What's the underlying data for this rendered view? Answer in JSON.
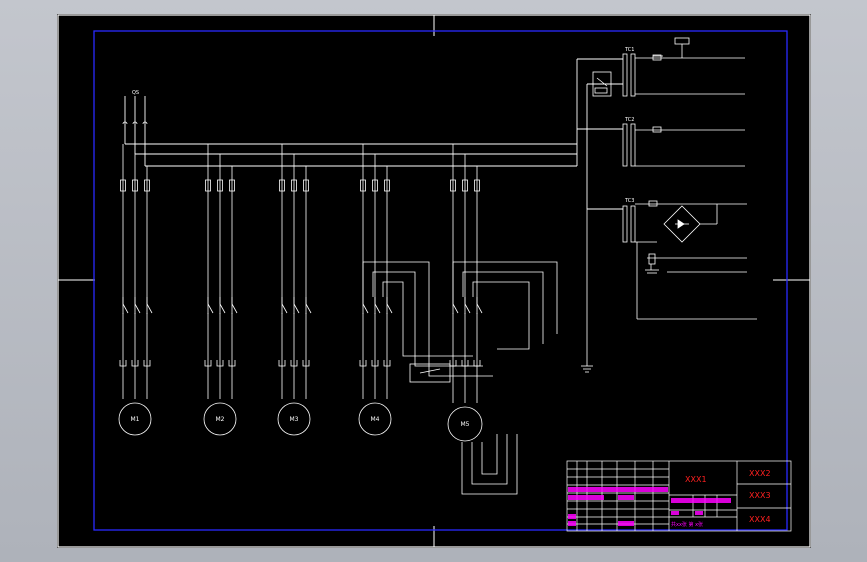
{
  "title_block": {
    "code_1": "XXX1",
    "code_2": "XXX2",
    "code_3": "XXX3",
    "code_4": "XXX4",
    "sheet_text": "共xx张 第 x张"
  },
  "motors": [
    {
      "label": "M1"
    },
    {
      "label": "M2"
    },
    {
      "label": "M3"
    },
    {
      "label": "M4"
    },
    {
      "label": "M5"
    }
  ],
  "transformers": [
    {
      "label": "TC1"
    },
    {
      "label": "TC2"
    },
    {
      "label": "TC3"
    }
  ],
  "colors": {
    "background": "#000000",
    "frame": "#2a2aff",
    "wire": "#ffffff",
    "title_grid": "#ffffff",
    "title_text_magenta": "#ff00ff",
    "title_text_red": "#ff2020",
    "window": "#b9bcc4"
  }
}
